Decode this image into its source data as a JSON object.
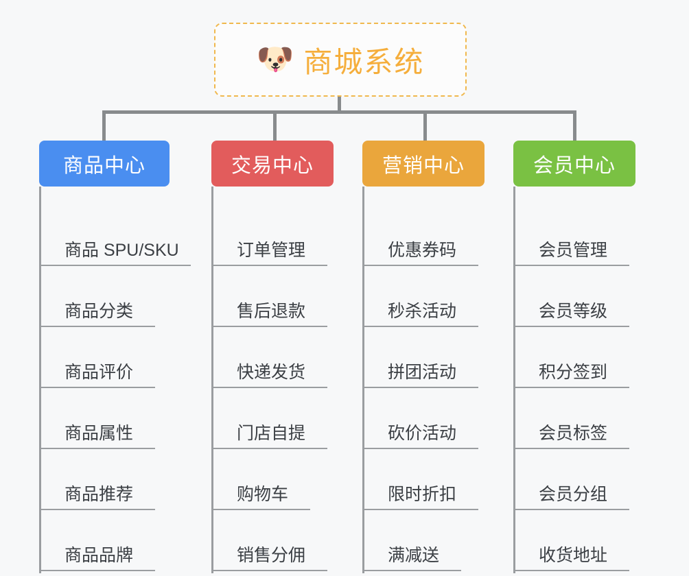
{
  "root": {
    "icon": "dog-face-icon",
    "emoji": "🐶",
    "title": "商城系统",
    "border_color": "#f0b84d",
    "text_color": "#f5ae3c"
  },
  "connector": {
    "color": "#888b8d"
  },
  "columns": [
    {
      "title": "商品中心",
      "color": "#4a8ef0",
      "items": [
        {
          "label": "商品 SPU/SKU",
          "rule_width": 218
        },
        {
          "label": "商品分类",
          "rule_width": 166
        },
        {
          "label": "商品评价",
          "rule_width": 166
        },
        {
          "label": "商品属性",
          "rule_width": 166
        },
        {
          "label": "商品推荐",
          "rule_width": 166
        },
        {
          "label": "商品品牌",
          "rule_width": 166
        }
      ]
    },
    {
      "title": "交易中心",
      "color": "#e25c5c",
      "items": [
        {
          "label": "订单管理",
          "rule_width": 166
        },
        {
          "label": "售后退款",
          "rule_width": 166
        },
        {
          "label": "快递发货",
          "rule_width": 166
        },
        {
          "label": "门店自提",
          "rule_width": 166
        },
        {
          "label": "购物车",
          "rule_width": 141
        },
        {
          "label": "销售分佣",
          "rule_width": 166
        }
      ]
    },
    {
      "title": "营销中心",
      "color": "#eaa63c",
      "items": [
        {
          "label": "优惠券码",
          "rule_width": 166
        },
        {
          "label": "秒杀活动",
          "rule_width": 166
        },
        {
          "label": "拼团活动",
          "rule_width": 166
        },
        {
          "label": "砍价活动",
          "rule_width": 166
        },
        {
          "label": "限时折扣",
          "rule_width": 166
        },
        {
          "label": "满减送",
          "rule_width": 141
        }
      ]
    },
    {
      "title": "会员中心",
      "color": "#7ac143",
      "items": [
        {
          "label": "会员管理",
          "rule_width": 166
        },
        {
          "label": "会员等级",
          "rule_width": 166
        },
        {
          "label": "积分签到",
          "rule_width": 166
        },
        {
          "label": "会员标签",
          "rule_width": 166
        },
        {
          "label": "会员分组",
          "rule_width": 166
        },
        {
          "label": "收货地址",
          "rule_width": 166
        }
      ]
    }
  ]
}
